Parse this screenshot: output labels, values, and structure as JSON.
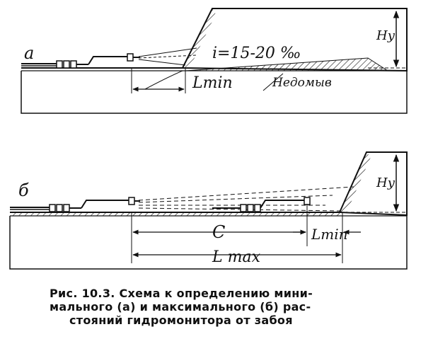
{
  "diagram": {
    "panel_a": {
      "letter": "а",
      "slope_label": "i=15-20 ‰",
      "height_label": "Hy",
      "lmin_label": "Lmin",
      "undercut_label": "Недомыв"
    },
    "panel_b": {
      "letter": "б",
      "height_label": "Hy",
      "c_label": "C",
      "lmin_label": "Lmin",
      "lmax_label": "L max"
    }
  },
  "caption": {
    "line1": "Рис. 10.3. Схема к определению мини-",
    "line2": "мального (а) и максимального (б) рас-",
    "line3": "стояний гидромонитора от забоя"
  }
}
